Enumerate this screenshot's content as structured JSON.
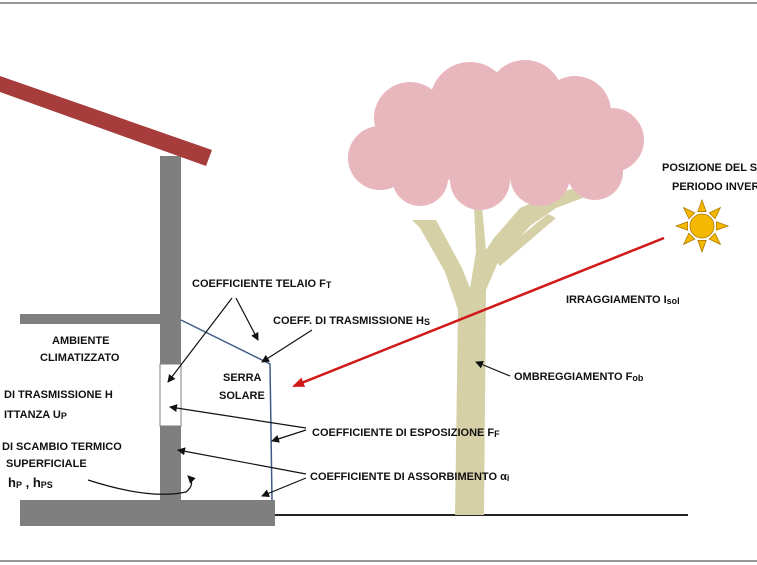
{
  "colors": {
    "roof": "#a63c3c",
    "wall": "#7f7f7f",
    "canopy": "#e8b7bd",
    "trunk": "#d6d0a6",
    "greenhouse_outline": "#3f5c86",
    "sun": "#f5b800",
    "arrow_red": "#d01818"
  },
  "labels": {
    "sun_position_1": "POSIZIONE DEL SO",
    "sun_position_2": "PERIODO INVER",
    "irradiance": "IRRAGGIAMENTO I",
    "irradiance_sub": "sol",
    "frame_coeff": "COEFFICIENTE TELAIO F",
    "frame_coeff_sub": "T",
    "transmission_coeff": "COEFF. DI TRASMISSIONE H",
    "transmission_coeff_sub": "S",
    "room_1": "AMBIENTE",
    "room_2": "CLIMATIZZATO",
    "greenhouse_1": "SERRA",
    "greenhouse_2": "SOLARE",
    "shading": "OMBREGGIAMENTO F",
    "shading_sub": "ob",
    "exposure_coeff": "COEFFICIENTE DI ESPOSIZIONE F",
    "exposure_coeff_sub": "F",
    "absorption_coeff": "COEFFICIENTE DI ASSORBIMENTO α",
    "absorption_coeff_sub": "i",
    "wall_transmission": "DI TRASMISSIONE H",
    "transmittance": "ITTANZA U",
    "transmittance_sub": "P",
    "heat_exchange_1": "DI SCAMBIO TERMICO",
    "heat_exchange_2": "SUPERFICIALE",
    "surface_coeff_a": "h",
    "surface_coeff_a_sub": "P",
    "surface_coeff_sep": " , ",
    "surface_coeff_b": "h",
    "surface_coeff_b_sub": "PS"
  }
}
